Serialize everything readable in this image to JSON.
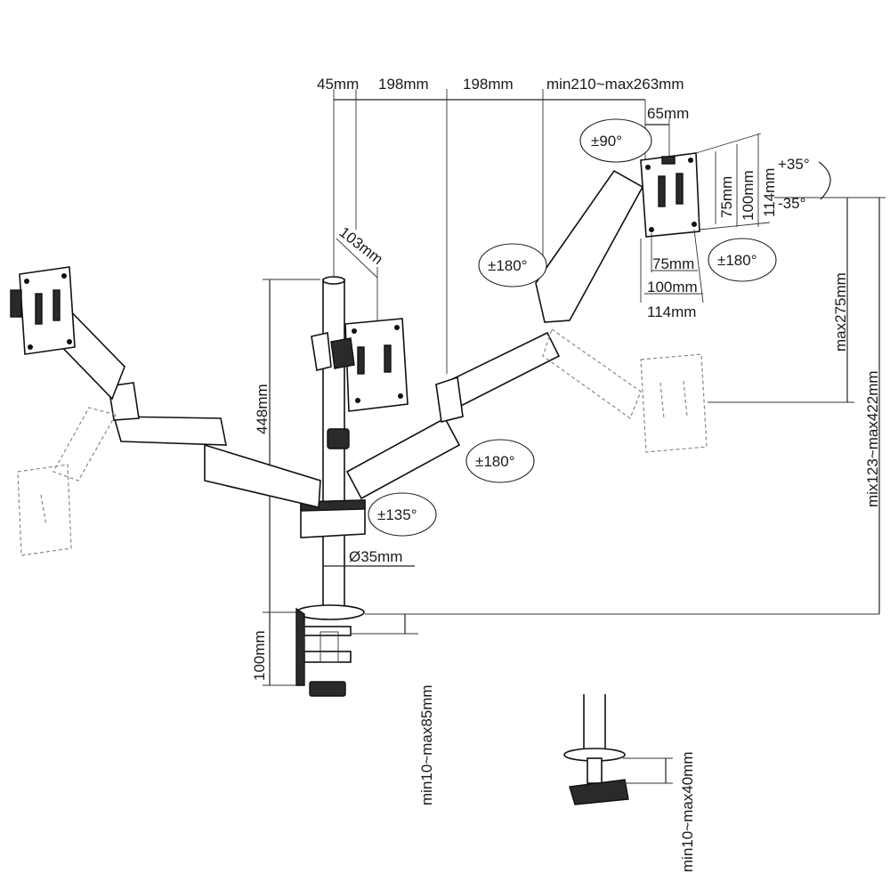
{
  "dimensions": {
    "d45": "45mm",
    "d198a": "198mm",
    "d198b": "198mm",
    "arm_range": "min210~max263mm",
    "d65": "65mm",
    "d103": "103mm",
    "v75": "75mm",
    "v100": "100mm",
    "v114": "114mm",
    "h75": "75mm",
    "h100": "100mm",
    "h114": "114mm",
    "d448": "448mm",
    "pole_dia": "Ø35mm",
    "d100": "100mm",
    "clamp_range": "min10~max85mm",
    "grommet_range": "min10~max40mm",
    "max275": "max275mm",
    "height_range": "mix123~max422mm"
  },
  "angles": {
    "rot90": "±90°",
    "tilt_up": "+35°",
    "tilt_down": "-35°",
    "swivel_head": "±180°",
    "swivel_elbow": "±180°",
    "swivel_arm": "±180°",
    "swivel_base": "±135°"
  }
}
